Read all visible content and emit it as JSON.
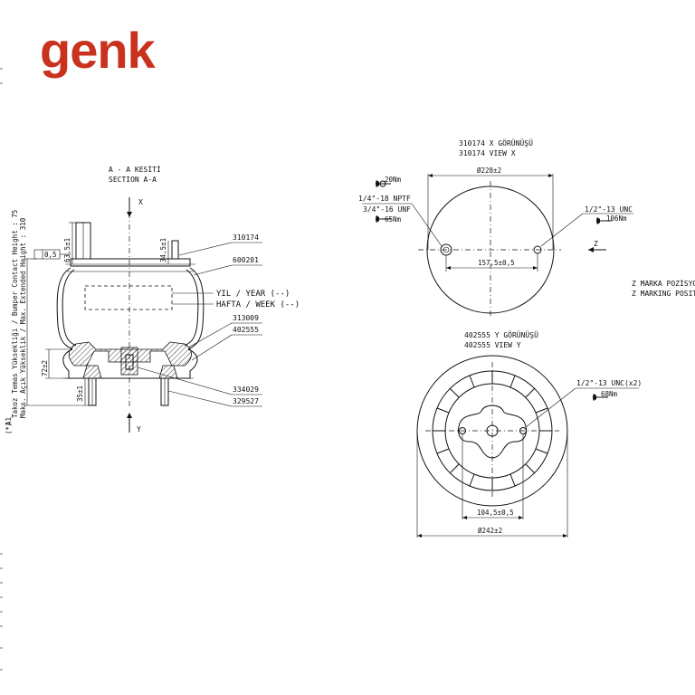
{
  "brand": {
    "logo": "genk",
    "color": "#c8321e"
  },
  "section": {
    "title_tr": "A - A KESİTİ",
    "title_en": "SECTION A-A",
    "axis_top": "X",
    "axis_bottom": "Y",
    "left_marker": "A1",
    "height_label_1": "Takoz Temas Yüksekliği / Bumper Contact Height : 75",
    "height_label_2": "Maks. Açık Yükseklik / Max. Extended Height : 310",
    "height_note": "(*)"
  },
  "dimensions": {
    "d_63_5": "63,5±1",
    "d_34_5": "34,5±1",
    "d_72": "72±2",
    "d_35": "35±1",
    "d_flatness": "0,5",
    "d_228": "Ø228±2",
    "d_157_5": "157,5±0,5",
    "d_104_5": "104,5±0,5",
    "d_242": "Ø242±2"
  },
  "part_numbers": [
    "310174",
    "600201",
    "313009",
    "402555",
    "334029",
    "329527"
  ],
  "stamp": {
    "year": "YIL / YEAR (--)",
    "week": "HAFTA / WEEK (--)"
  },
  "view_x": {
    "title_tr": "310174 X GÖRÜNÜŞÜ",
    "title_en": "310174 VIEW X",
    "thread_1": "1/4\"-18 NPTF",
    "thread_2": "3/4\"-16 UNF",
    "torque_1": "20Nm",
    "torque_2": "65Nm",
    "thread_3": "1/2\"-13 UNC",
    "torque_3": "106Nm",
    "z_label": "Z"
  },
  "z_marking": {
    "tr": "Z MARKA POZİSYONU",
    "en": "Z MARKING POSITION"
  },
  "view_y": {
    "title_tr": "402555 Y GÖRÜNÜŞÜ",
    "title_en": "402555 VIEW Y",
    "thread": "1/2\"-13 UNC(x2)",
    "torque": "68Nm"
  }
}
